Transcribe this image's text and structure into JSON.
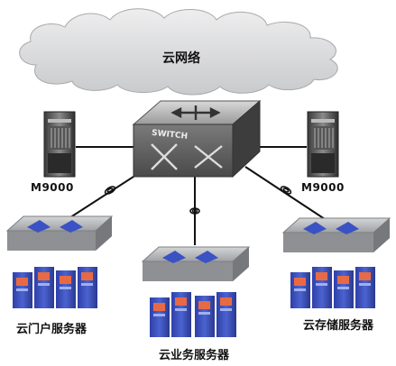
{
  "cloud": {
    "label": "云网络"
  },
  "core_switch": {
    "label": "SWITCH"
  },
  "routers": [
    {
      "label": "M9000"
    },
    {
      "label": "M9000"
    }
  ],
  "server_groups": [
    {
      "label": "云门户服务器"
    },
    {
      "label": "云业务服务器"
    },
    {
      "label": "云存储服务器"
    }
  ],
  "colors": {
    "cloud_fill": "#d9dadc",
    "switch_body": "#6e6e6e",
    "switch_top": "#c4c4c4",
    "access_switch_fill": "#a9abae",
    "server_blue": "#3b4fb8",
    "server_panel": "#e76a44",
    "link_color": "#111111"
  }
}
